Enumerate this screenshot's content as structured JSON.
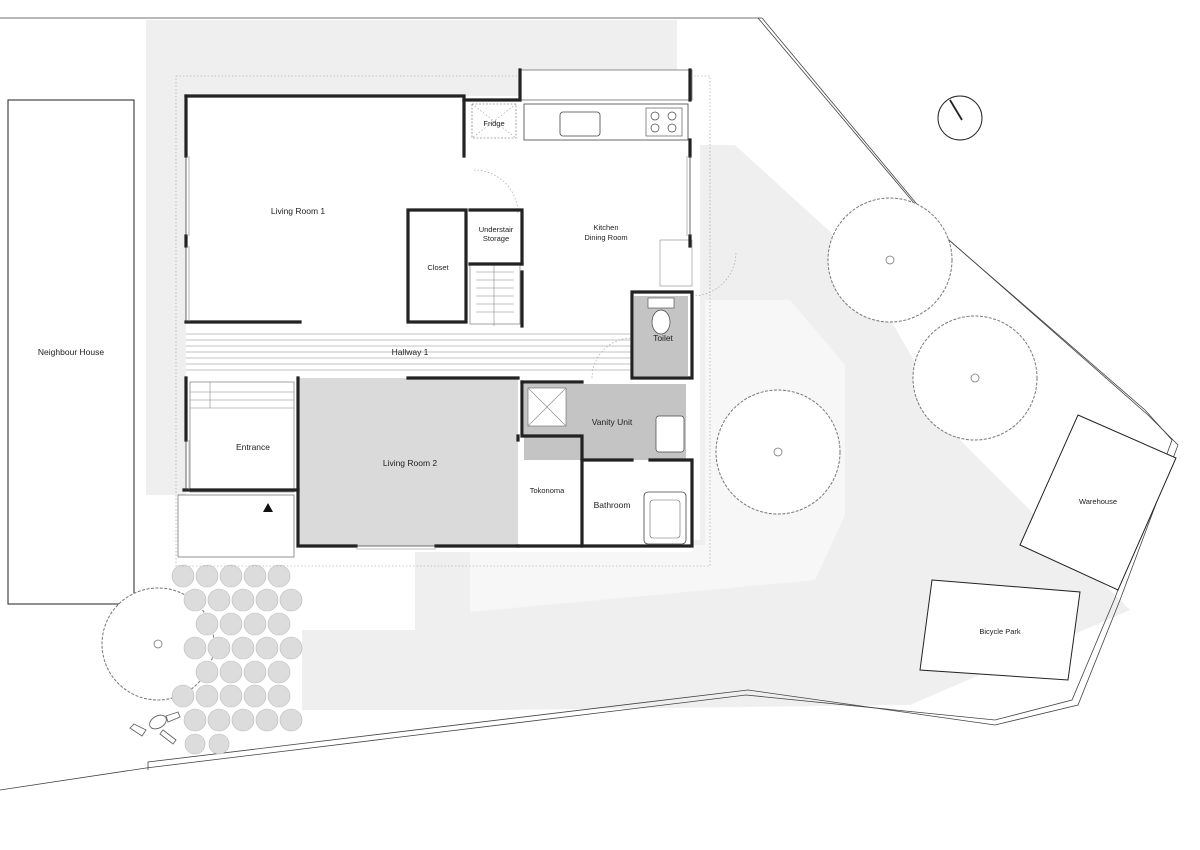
{
  "floor_plan": {
    "rooms": {
      "living_room_1": "Living Room 1",
      "living_room_2": "Living Room 2",
      "kitchen_line1": "Kitchen",
      "kitchen_line2": "Dining Room",
      "fridge": "Fridge",
      "understair_line1": "Understair",
      "understair_line2": "Storage",
      "closet": "Closet",
      "hallway": "Hallway 1",
      "toilet": "Toilet",
      "vanity": "Vanity Unit",
      "entrance": "Entrance",
      "tokonoma": "Tokonoma",
      "bathroom": "Bathroom"
    },
    "surroundings": {
      "neighbour": "Neighbour House",
      "warehouse": "Warehouse",
      "bicycle": "Bicycle Park"
    },
    "colors": {
      "wall": "#222222",
      "ground_shade": "#efefef",
      "room_shade": "#dadada",
      "wet_shade": "#c4c4c4"
    }
  }
}
